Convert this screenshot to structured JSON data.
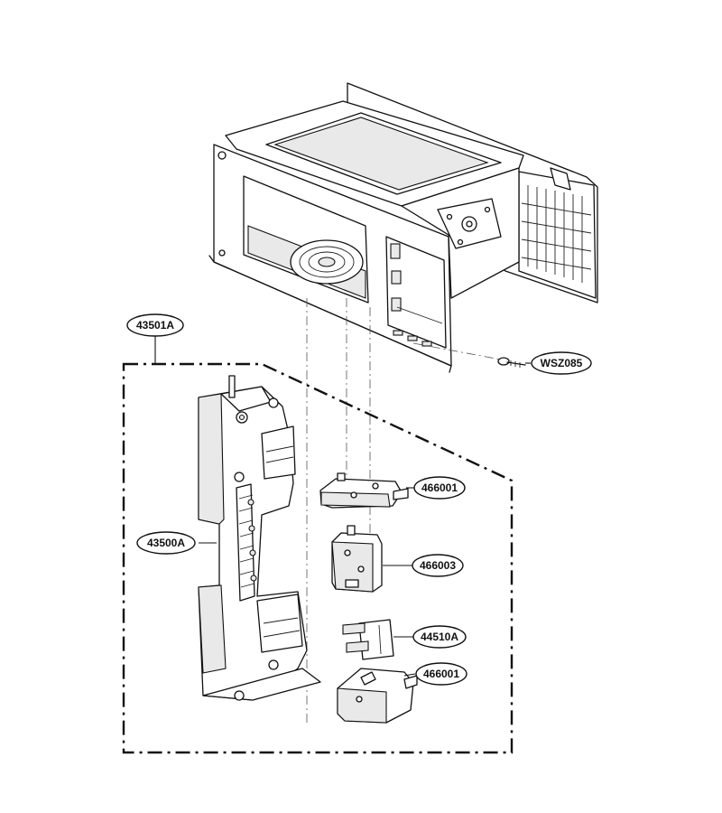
{
  "parts": {
    "assembly": "43501A",
    "screw": "WSZ085",
    "bracket": "43500A",
    "switch_top": "466001",
    "switch_mid": "466003",
    "lever": "44510A",
    "switch_bottom": "466001"
  }
}
